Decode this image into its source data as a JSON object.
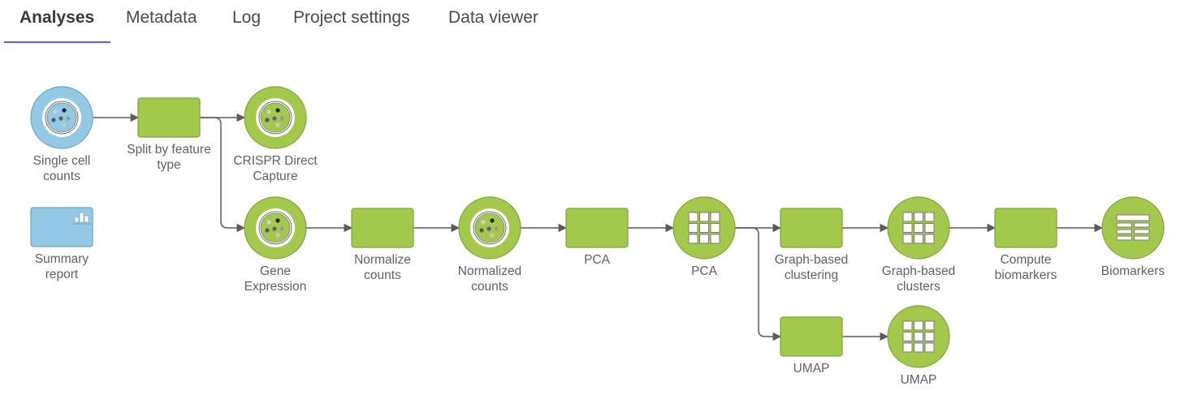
{
  "tabs": [
    {
      "label": "Analyses",
      "active": true
    },
    {
      "label": "Metadata",
      "active": false
    },
    {
      "label": "Log",
      "active": false
    },
    {
      "label": "Project settings",
      "active": false
    },
    {
      "label": "Data viewer",
      "active": false
    }
  ],
  "colors": {
    "accent": "#5b63d6",
    "task_green": "#a2c94b",
    "task_border": "#7ea23a",
    "data_blue": "#94c9e5",
    "data_blue_border": "#6aa3c4",
    "connector": "#5a5a5a",
    "label": "#616161"
  },
  "nodes": [
    {
      "id": "single-cell-counts",
      "type": "data-dots",
      "color": "blue",
      "label": [
        "Single cell",
        "counts"
      ]
    },
    {
      "id": "summary-report",
      "type": "report",
      "color": "blue",
      "label": [
        "Summary",
        "report"
      ]
    },
    {
      "id": "split-by-feature-type",
      "type": "task",
      "label": [
        "Split by feature",
        "type"
      ]
    },
    {
      "id": "crispr-direct-capture",
      "type": "data-dots",
      "color": "green",
      "label": [
        "CRISPR Direct",
        "Capture"
      ]
    },
    {
      "id": "gene-expression",
      "type": "data-dots",
      "color": "green",
      "label": [
        "Gene",
        "Expression"
      ]
    },
    {
      "id": "normalize-counts",
      "type": "task",
      "label": [
        "Normalize",
        "counts"
      ]
    },
    {
      "id": "normalized-counts",
      "type": "data-dots",
      "color": "green",
      "label": [
        "Normalized",
        "counts"
      ]
    },
    {
      "id": "pca-task",
      "type": "task",
      "label": [
        "PCA"
      ]
    },
    {
      "id": "pca-data",
      "type": "data-grid",
      "color": "green",
      "label": [
        "PCA"
      ]
    },
    {
      "id": "graph-based-clustering",
      "type": "task",
      "label": [
        "Graph-based",
        "clustering"
      ]
    },
    {
      "id": "graph-based-clusters",
      "type": "data-grid",
      "color": "green",
      "label": [
        "Graph-based",
        "clusters"
      ]
    },
    {
      "id": "compute-biomarkers",
      "type": "task",
      "label": [
        "Compute",
        "biomarkers"
      ]
    },
    {
      "id": "biomarkers",
      "type": "data-table",
      "color": "green",
      "label": [
        "Biomarkers"
      ]
    },
    {
      "id": "umap-task",
      "type": "task",
      "label": [
        "UMAP"
      ]
    },
    {
      "id": "umap-data",
      "type": "data-grid",
      "color": "green",
      "label": [
        "UMAP"
      ]
    }
  ],
  "edges": [
    [
      "single-cell-counts",
      "split-by-feature-type"
    ],
    [
      "split-by-feature-type",
      "crispr-direct-capture"
    ],
    [
      "split-by-feature-type",
      "gene-expression"
    ],
    [
      "gene-expression",
      "normalize-counts"
    ],
    [
      "normalize-counts",
      "normalized-counts"
    ],
    [
      "normalized-counts",
      "pca-task"
    ],
    [
      "pca-task",
      "pca-data"
    ],
    [
      "pca-data",
      "graph-based-clustering"
    ],
    [
      "pca-data",
      "umap-task"
    ],
    [
      "graph-based-clustering",
      "graph-based-clusters"
    ],
    [
      "graph-based-clusters",
      "compute-biomarkers"
    ],
    [
      "compute-biomarkers",
      "biomarkers"
    ],
    [
      "umap-task",
      "umap-data"
    ]
  ]
}
